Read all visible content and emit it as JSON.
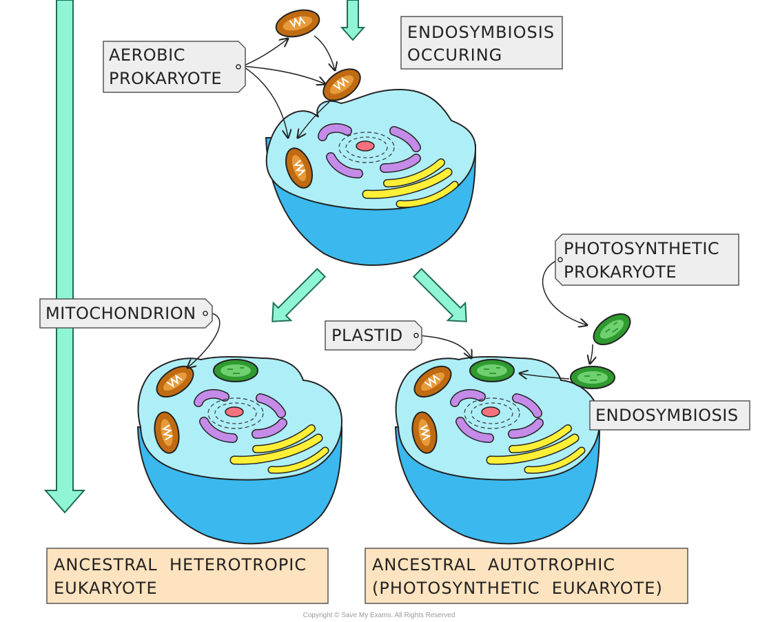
{
  "labels": {
    "aerobic_prokaryote": [
      "AEROBIC",
      "PROKARYOTE"
    ],
    "endosymbiosis_occuring": [
      "ENDOSYMBIOSIS",
      "OCCURING"
    ],
    "photosynthetic_prokaryote": [
      "PHOTOSYNTHETIC",
      "PROKARYOTE"
    ],
    "mitochondrion": "MITOCHONDRION",
    "plastid": "PLASTID",
    "endosymbiosis": "ENDOSYMBIOSIS"
  },
  "results": {
    "heterotropic": [
      "ANCESTRAL  HETEROTROPIC",
      "EUKARYOTE"
    ],
    "autotrophic": [
      "ANCESTRAL  AUTOTROPHIC",
      "(PHOTOSYNTHETIC  EUKARYOTE)"
    ]
  },
  "copyright": "Copyright © Save My Exams. All Rights Reserved",
  "colors": {
    "arrow_fill": "#8ff5d4",
    "cell_body": "#3bb8ee",
    "cytoplasm": "#aeeef7",
    "er": "#c48be8",
    "golgi": "#ffef36",
    "nucleolus": "#f4727e",
    "mitochondrion": "#c06b12",
    "chloroplast": "#3fb33f",
    "label_bg": "#eeeeee",
    "result_bg": "#fde3bf"
  }
}
